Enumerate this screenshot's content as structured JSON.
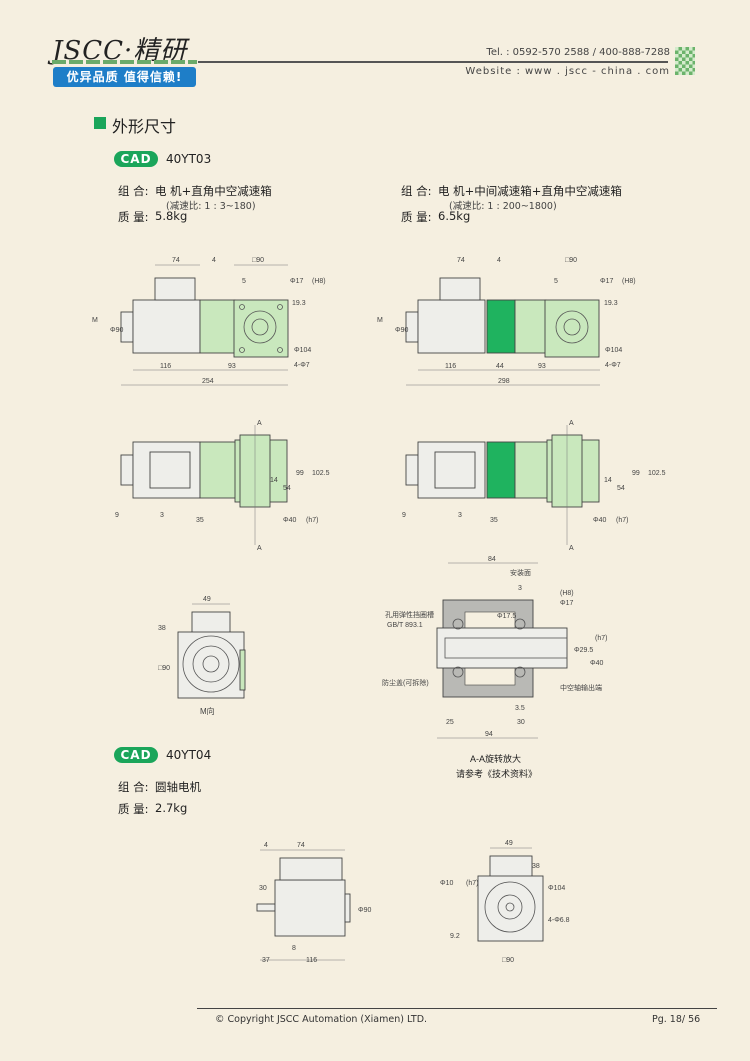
{
  "header": {
    "logo": "JSCC·精研",
    "slogan": "优异品质 值得信赖!",
    "tel": "Tel. : 0592-570 2588 / 400-888-7288",
    "website": "Website : www . jscc - china . com"
  },
  "section_title": "外形尺寸",
  "cad_badge": "CAD",
  "model1": {
    "name": "40YT03",
    "left": {
      "combo_label": "组 合:",
      "combo": "电 机+直角中空减速箱",
      "ratio": "(减速比: 1 : 3~180)",
      "weight_label": "质 量:",
      "weight": "5.8kg"
    },
    "right": {
      "combo_label": "组 合:",
      "combo": "电 机+中间减速箱+直角中空减速箱",
      "ratio": "(减速比: 1 : 200~1800)",
      "weight_label": "质 量:",
      "weight": "6.5kg"
    }
  },
  "dims1": {
    "d74": "74",
    "d4": "4",
    "sq90": "□90",
    "d5": "5",
    "phi17": "Φ17",
    "h8": "(H8)",
    "d19": "19.3",
    "phi104": "Φ104",
    "hole": "4-Φ7",
    "phi90": "Φ90",
    "m": "M",
    "d116": "116",
    "d93": "93",
    "d254": "254",
    "d44": "44",
    "d298": "298"
  },
  "dims2": {
    "a": "A",
    "d1025": "102.5",
    "d99": "99",
    "d54": "54",
    "d14": "14",
    "d9": "9",
    "d3": "3",
    "d35": "35",
    "phi40": "Φ40",
    "h7": "(h7)"
  },
  "mview": {
    "d49": "49",
    "d38": "38",
    "sq90": "□90",
    "caption": "M向"
  },
  "section": {
    "d84": "84",
    "mount": "安装面",
    "d3": "3",
    "ring": "孔用弹性挡圈槽",
    "std": "GB/T 893.1",
    "phi175": "Φ17.5",
    "phi17": "Φ17",
    "h8": "(H8)",
    "phi295": "Φ29.5",
    "phi40": "Φ40",
    "h7": "(h7)",
    "cover": "防尘盖(可拆除)",
    "output": "中空轴输出端",
    "d35": "3.5",
    "d30": "30",
    "d25": "25",
    "d94": "94",
    "caption": "A-A旋转放大",
    "ref": "请参考《技术资料》"
  },
  "model2": {
    "name": "40YT04",
    "combo_label": "组 合:",
    "combo": "圆轴电机",
    "weight_label": "质 量:",
    "weight": "2.7kg"
  },
  "dims3": {
    "d4": "4",
    "d74": "74",
    "d30": "30",
    "phi90": "Φ90",
    "d8": "8",
    "d37": "37",
    "d116": "116",
    "d49": "49",
    "phi10": "Φ10",
    "h7": "(h7)",
    "phi104": "Φ104",
    "hole": "4-Φ6.8",
    "d92": "9.2",
    "sq90": "□90",
    "d38": "38"
  },
  "footer": {
    "copyright": "© Copyright JSCC Automation (Xiamen) LTD.",
    "page": "Pg.  18/ 56"
  }
}
